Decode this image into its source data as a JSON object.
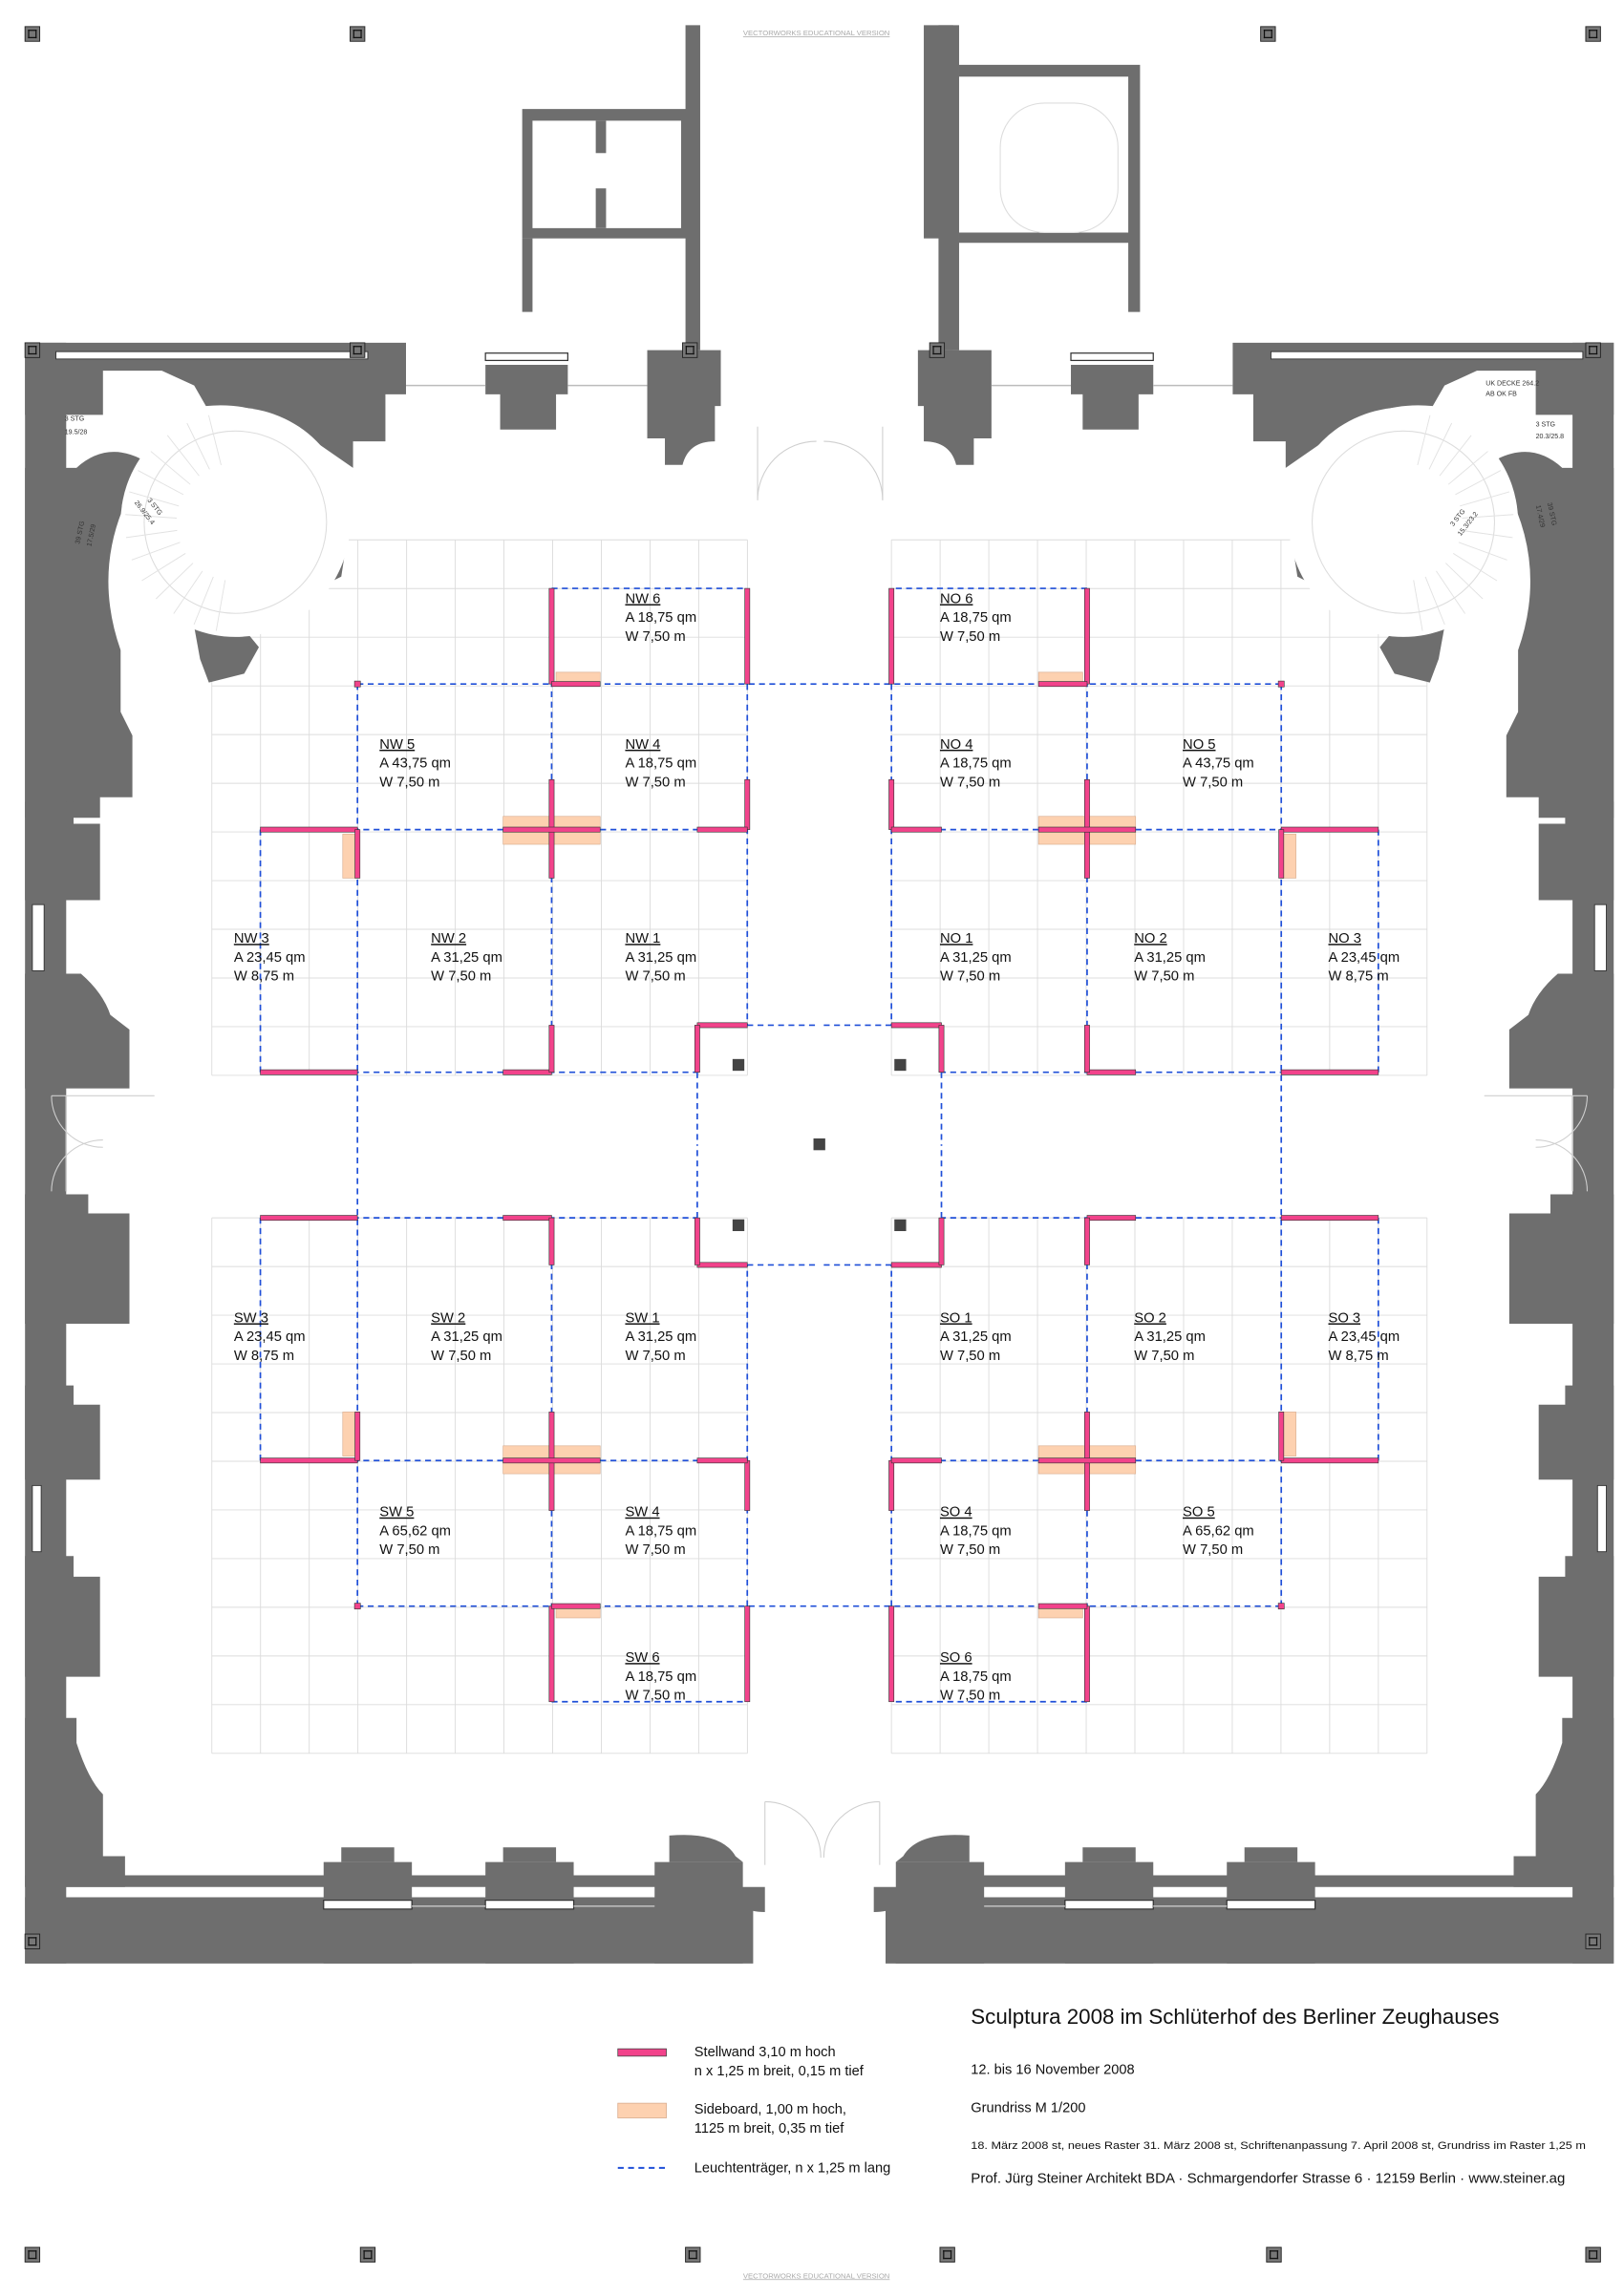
{
  "watermark": "VECTORWORKS EDUCATIONAL VERSION",
  "colors": {
    "stellwand": "#f2438b",
    "sideboard": "#fdd1b0",
    "leuchtentraeger": "#1f4fd8",
    "building": "#6e6e6e"
  },
  "rooms": [
    {
      "id": "NW 6",
      "area": "A 18,75 qm",
      "wall": "W 7,50 m"
    },
    {
      "id": "NW 5",
      "area": "A 43,75 qm",
      "wall": "W 7,50 m"
    },
    {
      "id": "NW 4",
      "area": "A 18,75 qm",
      "wall": "W 7,50 m"
    },
    {
      "id": "NW 3",
      "area": "A 23,45 qm",
      "wall": "W 8,75 m"
    },
    {
      "id": "NW 2",
      "area": "A 31,25 qm",
      "wall": "W 7,50 m"
    },
    {
      "id": "NW 1",
      "area": "A 31,25 qm",
      "wall": "W 7,50 m"
    },
    {
      "id": "NO 6",
      "area": "A 18,75 qm",
      "wall": "W 7,50 m"
    },
    {
      "id": "NO 4",
      "area": "A 18,75 qm",
      "wall": "W 7,50 m"
    },
    {
      "id": "NO 5",
      "area": "A 43,75 qm",
      "wall": "W 7,50 m"
    },
    {
      "id": "NO 1",
      "area": "A 31,25 qm",
      "wall": "W 7,50 m"
    },
    {
      "id": "NO 2",
      "area": "A 31,25 qm",
      "wall": "W 7,50 m"
    },
    {
      "id": "NO 3",
      "area": "A 23,45 qm",
      "wall": "W 8,75 m"
    },
    {
      "id": "SW 3",
      "area": "A 23,45 qm",
      "wall": "W 8,75 m"
    },
    {
      "id": "SW 2",
      "area": "A 31,25 qm",
      "wall": "W 7,50 m"
    },
    {
      "id": "SW 1",
      "area": "A 31,25 qm",
      "wall": "W 7,50 m"
    },
    {
      "id": "SW 5",
      "area": "A 65,62 qm",
      "wall": "W 7,50 m"
    },
    {
      "id": "SW 4",
      "area": "A 18,75 qm",
      "wall": "W 7,50 m"
    },
    {
      "id": "SW 6",
      "area": "A 18,75 qm",
      "wall": "W 7,50 m"
    },
    {
      "id": "SO 1",
      "area": "A 31,25 qm",
      "wall": "W 7,50 m"
    },
    {
      "id": "SO 2",
      "area": "A 31,25 qm",
      "wall": "W 7,50 m"
    },
    {
      "id": "SO 3",
      "area": "A 23,45 qm",
      "wall": "W 8,75 m"
    },
    {
      "id": "SO 4",
      "area": "A 18,75 qm",
      "wall": "W 7,50 m"
    },
    {
      "id": "SO 5",
      "area": "A 65,62 qm",
      "wall": "W 7,50 m"
    },
    {
      "id": "SO 6",
      "area": "A 18,75 qm",
      "wall": "W 7,50 m"
    }
  ],
  "stairs": {
    "nw_a": [
      "3 STG",
      "19.5/28"
    ],
    "nw_b": [
      "3 STG",
      "26.9/25.4"
    ],
    "nw_c": [
      "39 STG",
      "17.5/29"
    ],
    "no_a": [
      "3 STG",
      "20.3/25.8"
    ],
    "no_b": [
      "3 STG",
      "15.3/23.2"
    ],
    "no_c": [
      "39 STG",
      "17.4/29"
    ],
    "ceiling_note": [
      "UK DECKE 264.2",
      "AB OK FB"
    ]
  },
  "legend": {
    "stellwand": [
      "Stellwand 3,10 m hoch",
      "n x 1,25 m breit, 0,15 m tief"
    ],
    "sideboard": [
      "Sideboard, 1,00 m hoch,",
      "1125 m breit, 0,35 m tief"
    ],
    "leuchtentraeger": "Leuchtenträger, n x 1,25 m lang"
  },
  "title_block": {
    "title": "Sculptura 2008 im Schlüterhof des Berliner Zeughauses",
    "dates": "12. bis 16 November 2008",
    "scale": "Grundriss M 1/200",
    "revisions": "18. März 2008 st, neues Raster 31. März 2008 st, Schriftenanpassung 7. April 2008 st, Grundriss im Raster 1,25 m",
    "credits": "Prof. Jürg Steiner Architekt BDA · Schmargendorfer Strasse 6 · 12159 Berlin · www.steiner.ag"
  }
}
